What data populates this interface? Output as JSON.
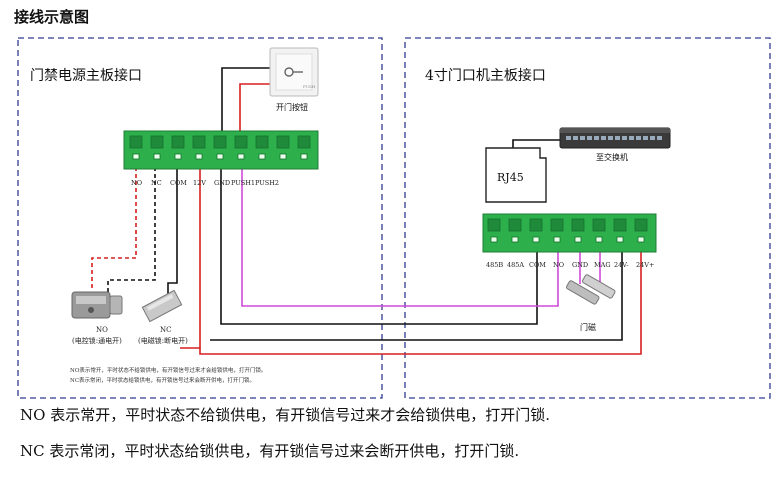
{
  "title": "接线示意图",
  "left_panel": {
    "title": "门禁电源主板接口",
    "exit_button_label": "开门按钮",
    "exit_button_brand": "PUSH",
    "terminals": [
      "NO",
      "NC",
      "COM",
      "12V",
      "GND",
      "PUSH1",
      "PUSH2"
    ],
    "no_lock_label": "NO",
    "no_lock_caption": "(电控锁:通电开)",
    "nc_lock_label": "NC",
    "nc_lock_caption": "(电磁锁:断电开)",
    "footnote_1": "NO表示常开，平时状态不给锁供电，有开锁信号过来才会给锁供电，打开门锁。",
    "footnote_2": "NC表示常闭，平时状态给锁供电，有开锁信号过来会断开供电，打开门锁。"
  },
  "right_panel": {
    "title": "4寸门口机主板接口",
    "switch_label": "至交换机",
    "rj45_label": "RJ45",
    "terminals": [
      "485B",
      "485A",
      "COM",
      "NO",
      "GND",
      "MAG",
      "24V-",
      "24V+"
    ],
    "door_sensor_label": "门磁"
  },
  "notes": {
    "no": "NO 表示常开，平时状态不给锁供电，有开锁信号过来才会给锁供电，打开门锁.",
    "nc": "NC 表示常闭，平时状态给锁供电，有开锁信号过来会断开供电，打开门锁."
  },
  "colors": {
    "terminal_green": "#2db04b",
    "wire_black": "#111111",
    "wire_red": "#d62020",
    "wire_magenta": "#d04ad8",
    "panel_border": "#2f3b8f"
  }
}
